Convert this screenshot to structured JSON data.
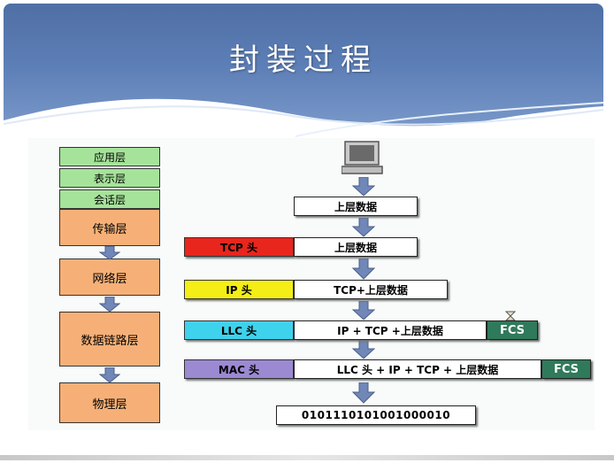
{
  "title": "封装过程",
  "osi_layers": [
    {
      "label": "应用层"
    },
    {
      "label": "表示层"
    },
    {
      "label": "会话层"
    },
    {
      "label": "传输层"
    },
    {
      "label": "网络层"
    },
    {
      "label": "数据链路层"
    },
    {
      "label": "物理层"
    }
  ],
  "rows": {
    "row1": {
      "data": "上层数据"
    },
    "row2": {
      "header": "TCP 头",
      "data": "上层数据"
    },
    "row3": {
      "header": "IP 头",
      "data": "TCP+上层数据"
    },
    "row4": {
      "header": "LLC 头",
      "data": "IP + TCP +上层数据",
      "trailer": "FCS"
    },
    "row5": {
      "header": "MAC 头",
      "data": "LLC 头 + IP + TCP + 上层数据",
      "trailer": "FCS"
    },
    "row6": {
      "data": "0101110101001000010"
    }
  },
  "icons": {
    "computer": "computer-icon",
    "arrow": "down-arrow-icon"
  },
  "colors": {
    "osi_small": "#a6e39a",
    "osi_big": "#f6b077",
    "tcp_header": "#e8261d",
    "ip_header": "#f4ee16",
    "llc_header": "#3fd2ec",
    "mac_header": "#9b89d2",
    "fcs": "#2f7a5a"
  }
}
